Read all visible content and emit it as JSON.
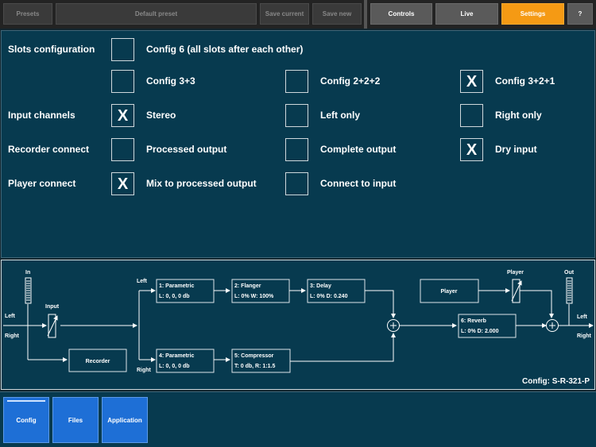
{
  "topbar": {
    "presets": "Presets",
    "default_preset": "Default preset",
    "save_current": "Save current",
    "save_new": "Save new",
    "controls": "Controls",
    "live": "Live",
    "settings": "Settings",
    "help": "?"
  },
  "config": {
    "slots_label": "Slots configuration",
    "config6": "Config 6 (all slots after each other)",
    "config33": "Config 3+3",
    "config222": "Config 2+2+2",
    "config321": "Config 3+2+1",
    "input_label": "Input channels",
    "stereo": "Stereo",
    "left_only": "Left only",
    "right_only": "Right only",
    "recorder_label": "Recorder connect",
    "processed_output": "Processed output",
    "complete_output": "Complete output",
    "dry_input": "Dry input",
    "player_label": "Player connect",
    "mix_processed": "Mix to processed output",
    "connect_input": "Connect to input",
    "check_mark": "X",
    "checked": {
      "config6": false,
      "config33": false,
      "config222": false,
      "config321": true,
      "stereo": true,
      "left_only": false,
      "right_only": false,
      "processed_output": false,
      "complete_output": false,
      "dry_input": true,
      "mix_processed": true,
      "connect_input": false
    }
  },
  "diagram": {
    "in": "In",
    "out": "Out",
    "input": "Input",
    "left_in": "Left",
    "right_in": "Right",
    "left_top": "Left",
    "right_bottom": "Right",
    "left_out": "Left",
    "right_out": "Right",
    "recorder": "Recorder",
    "player": "Player",
    "player_box": "Player",
    "slot1_name": "1: Parametric",
    "slot1_val": "L: 0, 0, 0 db",
    "slot2_name": "2: Flanger",
    "slot2_val": "L: 0% W: 100%",
    "slot3_name": "3: Delay",
    "slot3_val": "L: 0% D: 0.240",
    "slot4_name": "4: Parametric",
    "slot4_val": "L: 0, 0, 0 db",
    "slot5_name": "5: Compressor",
    "slot5_val": "T: 0 db, R: 1:1.5",
    "slot6_name": "6: Reverb",
    "slot6_val": "L: 0% D: 2.000",
    "config_name": "Config: S-R-321-P"
  },
  "bottombar": {
    "config": "Config",
    "files": "Files",
    "application": "Application"
  }
}
